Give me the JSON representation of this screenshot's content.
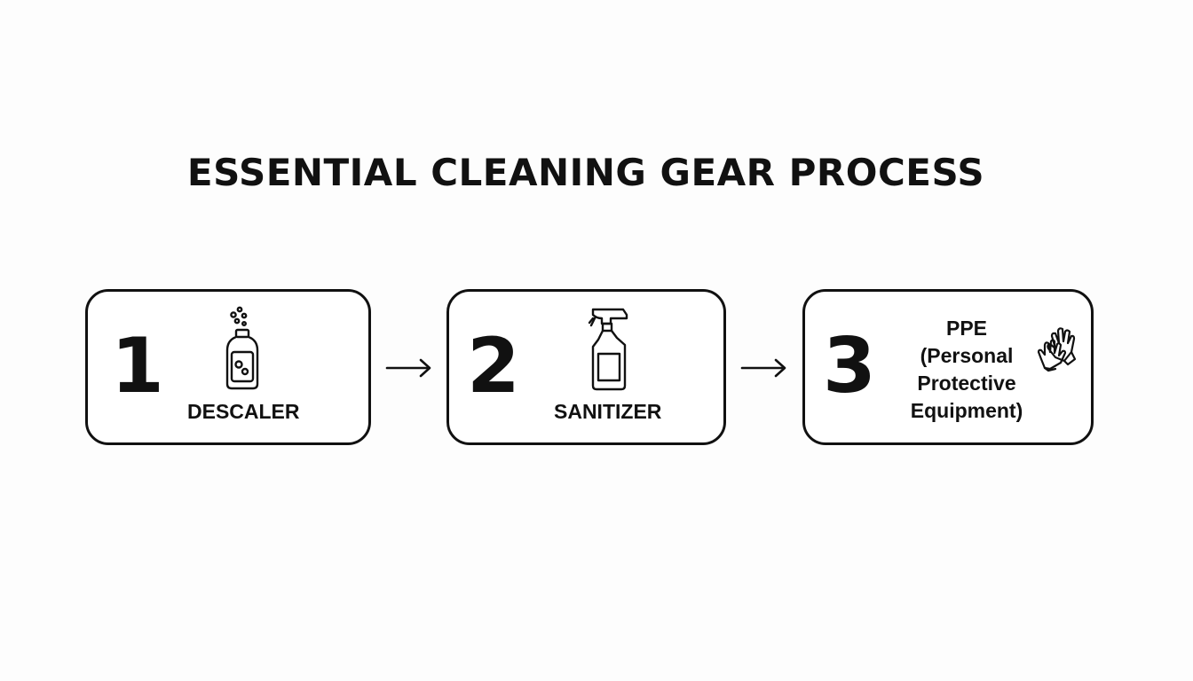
{
  "title": "ESSENTIAL CLEANING GEAR PROCESS",
  "steps": [
    {
      "number": "1",
      "label": "DESCALER",
      "icon": "descaler-bottle-icon"
    },
    {
      "number": "2",
      "label": "SANITIZER",
      "icon": "spray-bottle-icon"
    },
    {
      "number": "3",
      "label_lines": [
        "PPE",
        "(Personal",
        "Protective",
        "Equipment)"
      ],
      "icon": "gloves-icon"
    }
  ],
  "connectors": [
    "right-arrow-icon",
    "right-arrow-icon"
  ],
  "colors": {
    "ink": "#111111",
    "background": "#fdfdfd",
    "box_fill": "#ffffff"
  }
}
